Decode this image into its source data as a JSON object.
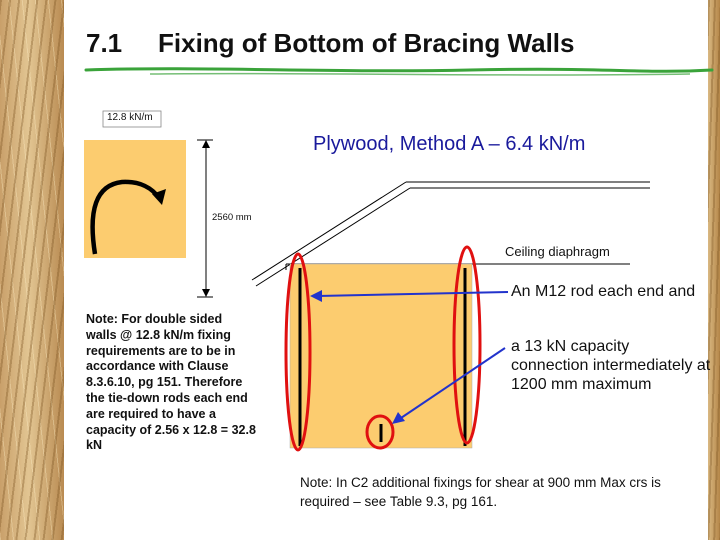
{
  "title": {
    "number": "7.1",
    "text": "Fixing of Bottom of Bracing Walls"
  },
  "load_label": "12.8 kN/m",
  "height_label": "2560 mm",
  "subtitle": "Plywood, Method A – 6.4 kN/m",
  "ceiling_label": "Ceiling diaphragm",
  "rod_note": "An M12 rod each end and",
  "connection_note": "a 13 kN capacity connection intermediately at 1200 mm maximum",
  "left_note": "Note: For double sided walls @ 12.8 kN/m fixing requirements are to be in accordance with Clause 8.3.6.10, pg 151. Therefore the tie-down rods each end are required to have a capacity of 2.56 x 12.8 = 32.8 kN",
  "bottom_note": "Note: In C2 additional fixings for shear at 900 mm Max crs is required – see Table 9.3, pg 161.",
  "colors": {
    "panel_fill": "#fccc6f",
    "highlight": "#e01010",
    "arrow": "#2233cc",
    "subtitle_text": "#1a1a9c",
    "underline": "#3aa33a"
  },
  "icons": [
    "curved-arrow-icon",
    "dimension-arrow-icon",
    "pointer-arrow-icon"
  ]
}
